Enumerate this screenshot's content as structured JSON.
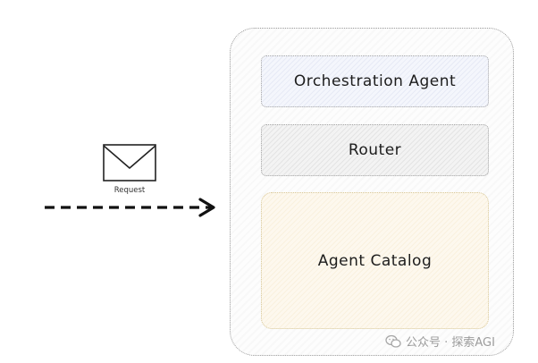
{
  "diagram": {
    "request_label": "Request",
    "boxes": {
      "orchestration": "Orchestration Agent",
      "router": "Router",
      "catalog": "Agent Catalog"
    }
  },
  "watermark": {
    "text": "公众号 · 探索AGI",
    "icon": "wechat-icon"
  },
  "colors": {
    "orchestration_fill": "#f4f6fc",
    "router_fill": "#f3f3f3",
    "catalog_fill": "#fdf8ee",
    "arrow": "#111111"
  }
}
